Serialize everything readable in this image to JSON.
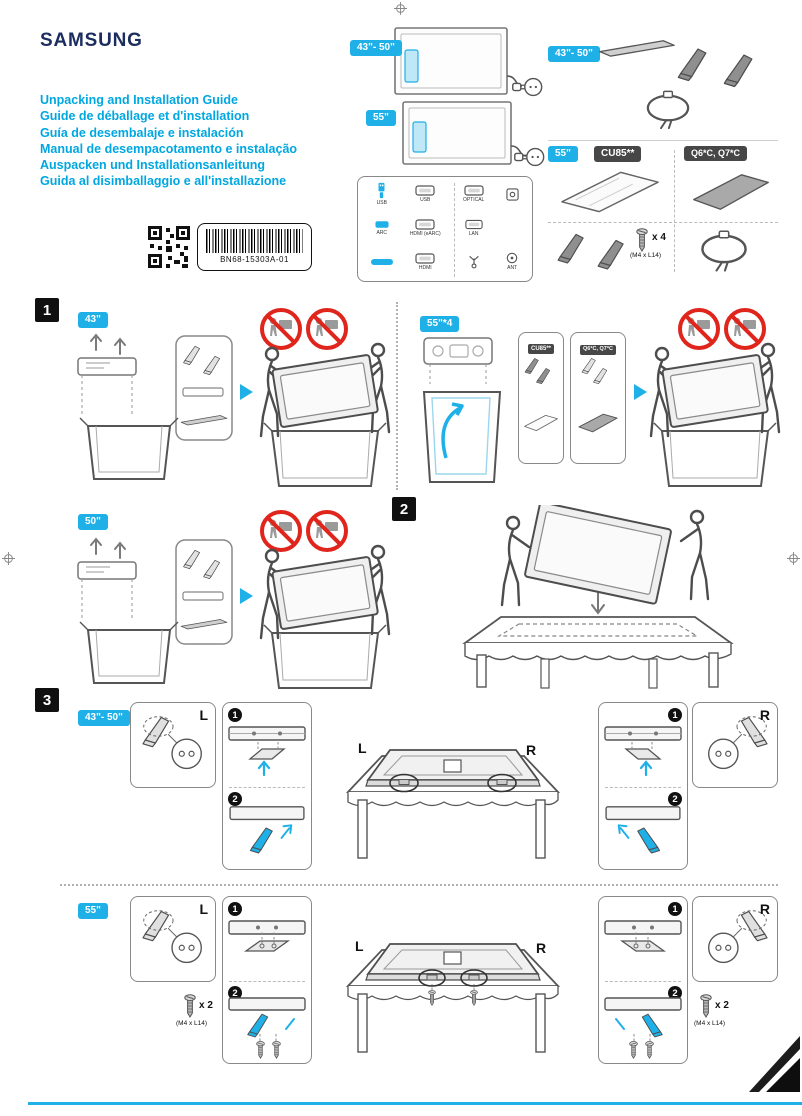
{
  "brand": "SAMSUNG",
  "titles": [
    "Unpacking and Installation Guide",
    "Guide de déballage et d'installation",
    "Guía de desembalaje e instalación",
    "Manual de desempacotamento e instalação",
    "Auspacken und Installationsanleitung",
    "Guida al disimballaggio e all'installazione"
  ],
  "part_number": "BN68-15303A-01",
  "badges": {
    "b43_50": "43\"- 50\"",
    "b55": "55\"",
    "b50": "50\"",
    "b43": "43\"",
    "b55_4": "55\"*4",
    "cu85": "CU85**",
    "q6q7": "Q6*C, Q7*C"
  },
  "steps": {
    "s1": "1",
    "s2": "2",
    "s3": "3"
  },
  "sub": {
    "one": "1",
    "two": "2"
  },
  "sides": {
    "left": "L",
    "right": "R"
  },
  "screws": {
    "qty4": "x 4",
    "qty2": "x 2",
    "spec": "(M4 x L14)"
  },
  "ports": {
    "usb": "USB",
    "usb2": "USB",
    "optical": "OPTICAL",
    "arc": "ARC",
    "hdmi_earc": "HDMI (eARC)",
    "lan": "LAN",
    "hdmi": "HDMI",
    "ant": "ANT"
  },
  "colors": {
    "accent_cyan": "#1fb0e8",
    "title_cyan": "#00a7e0",
    "brand_navy": "#1b2c5e",
    "prohibition_red": "#e0251c",
    "badge_dark": "#474747",
    "step_black": "#101010"
  }
}
